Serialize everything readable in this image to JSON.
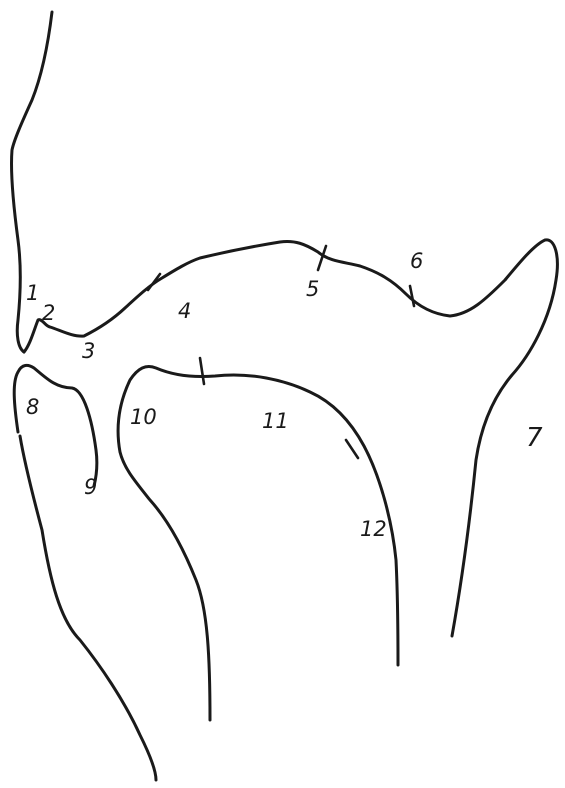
{
  "diagram": {
    "ink_color": "#1a1a1a",
    "background": "#ffffff",
    "labels": {
      "l1": "1",
      "l2": "2",
      "l3": "3",
      "l4": "4",
      "l5": "5",
      "l6": "6",
      "l7": "7",
      "l8": "8",
      "l9": "9",
      "l10": "10",
      "l11": "11",
      "l12": "12"
    }
  }
}
